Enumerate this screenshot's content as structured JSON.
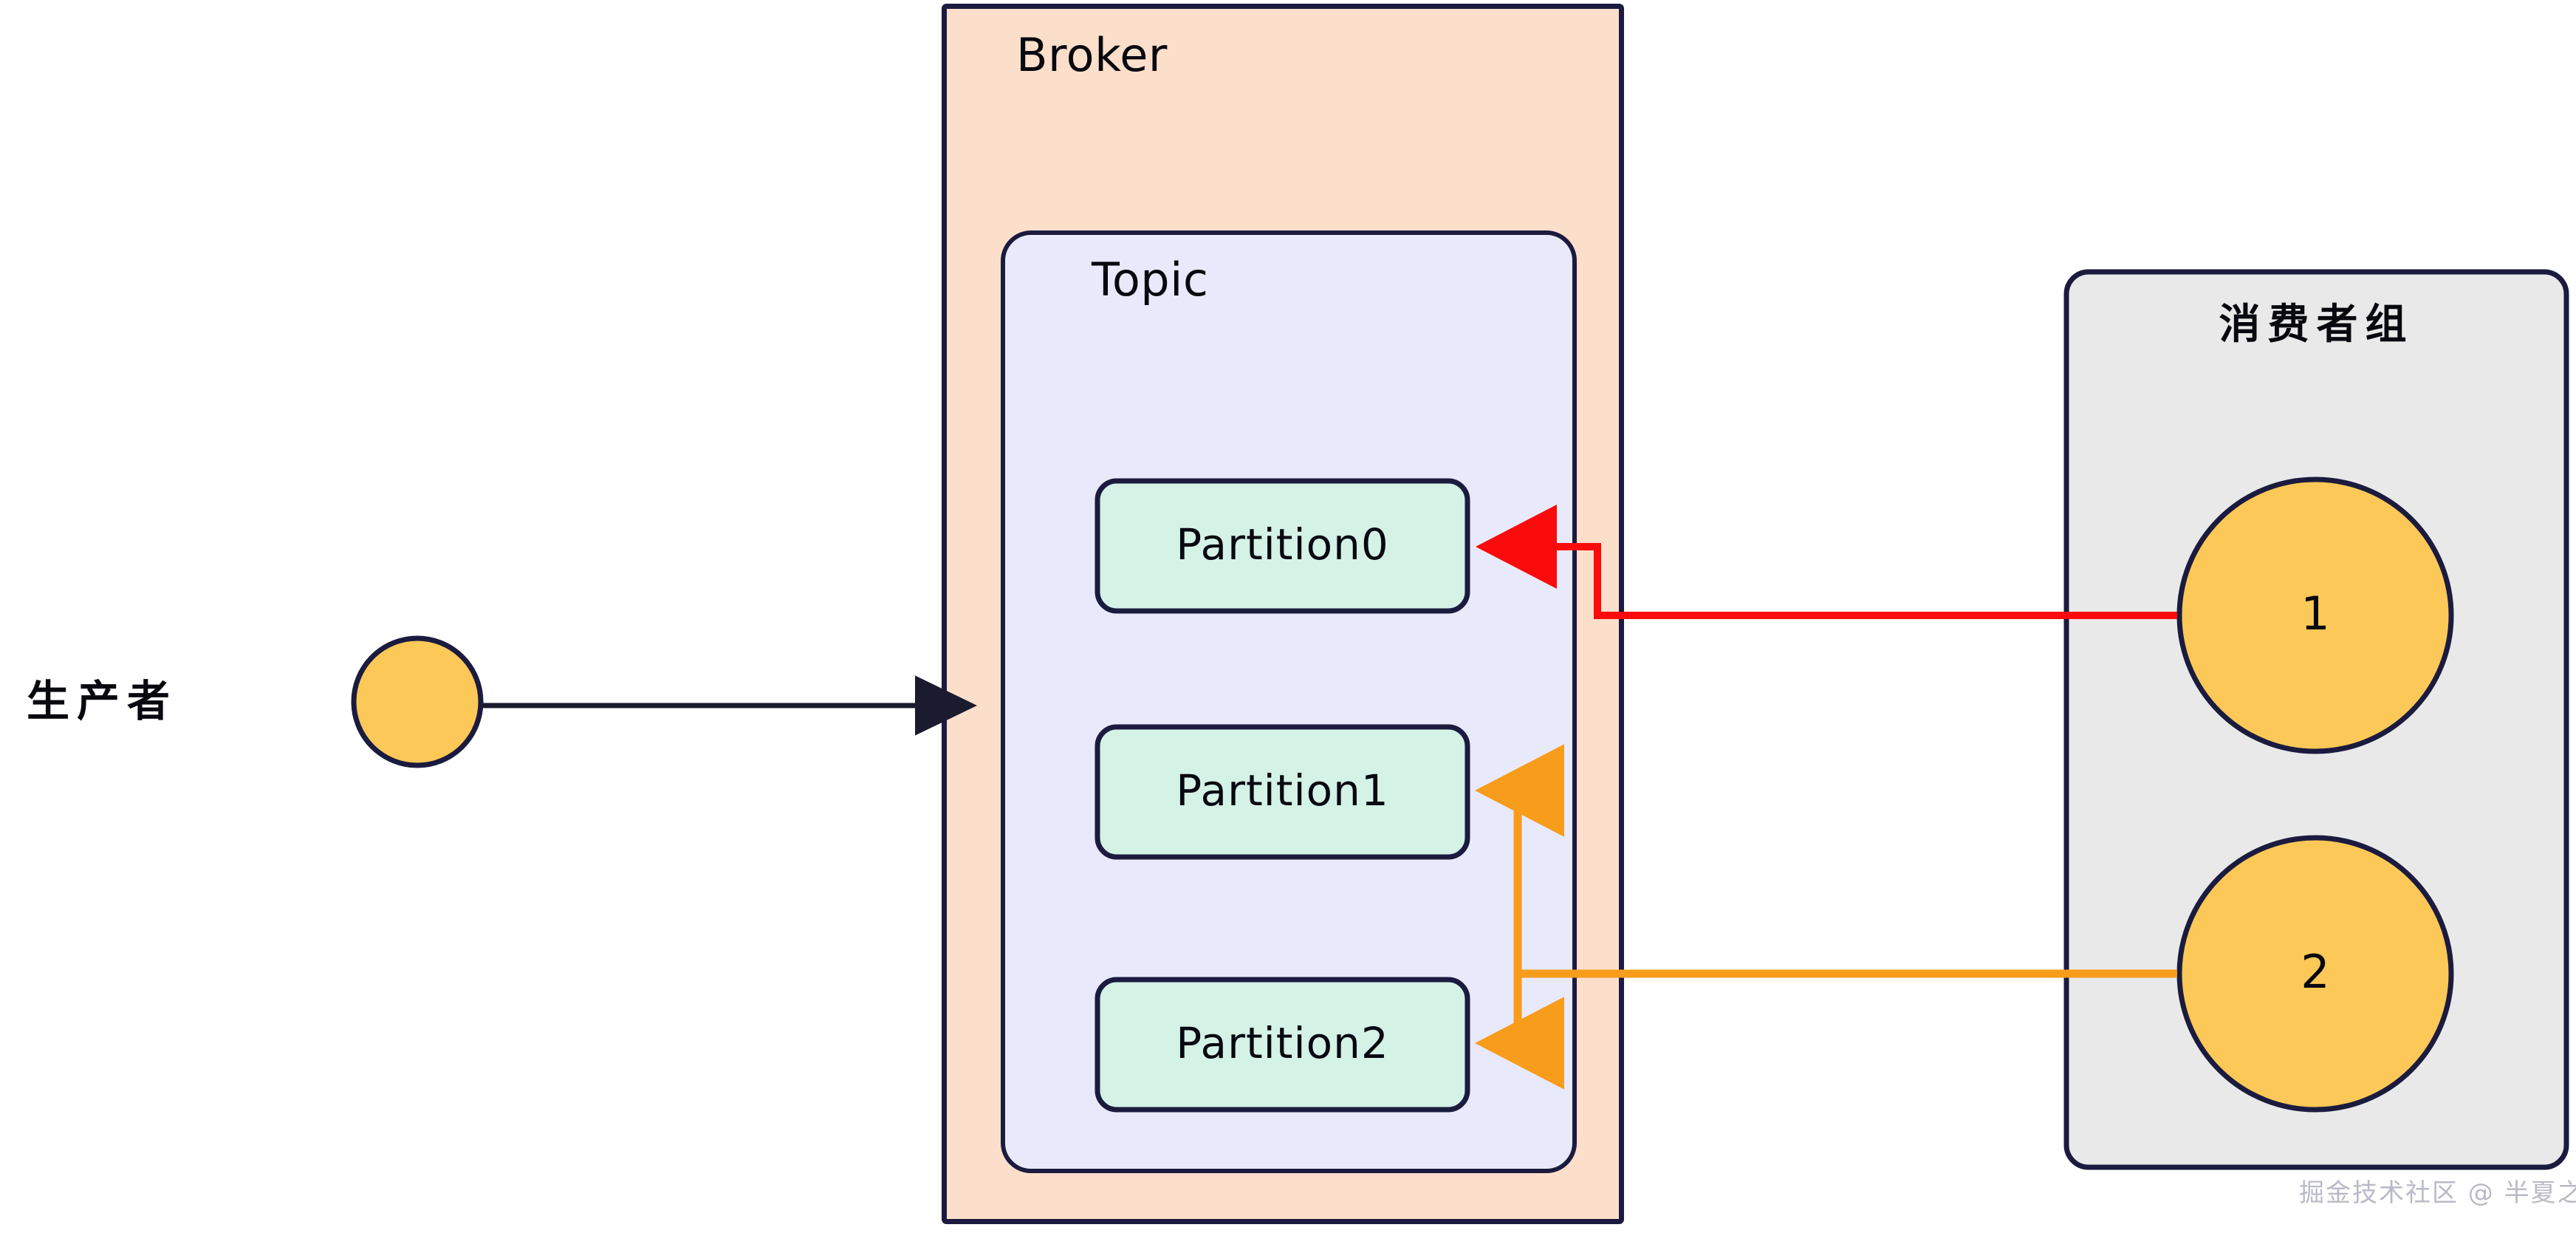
{
  "diagram": {
    "title_broker": "Broker",
    "title_topic": "Topic",
    "producer_label": "生产者",
    "consumer_group_label": "消费者组",
    "partitions": [
      {
        "label": "Partition0"
      },
      {
        "label": "Partition1"
      },
      {
        "label": "Partition2"
      }
    ],
    "consumers": [
      {
        "label": "1"
      },
      {
        "label": "2"
      }
    ],
    "watermark": "掘金技术社区 @ 半夏之沫",
    "colors": {
      "broker_fill": "#fbdfcb",
      "topic_fill": "#e8eafb",
      "partition_fill": "#d4f2e6",
      "consumer_group_fill": "#e9e9e9",
      "circle_fill": "#fcc857",
      "stroke_navy": "#1b1b3f",
      "arrow_red": "#fb0b0b",
      "arrow_orange": "#f89c1c",
      "arrow_dark": "#1b1b2f",
      "watermark_color": "#b9bac6"
    }
  }
}
